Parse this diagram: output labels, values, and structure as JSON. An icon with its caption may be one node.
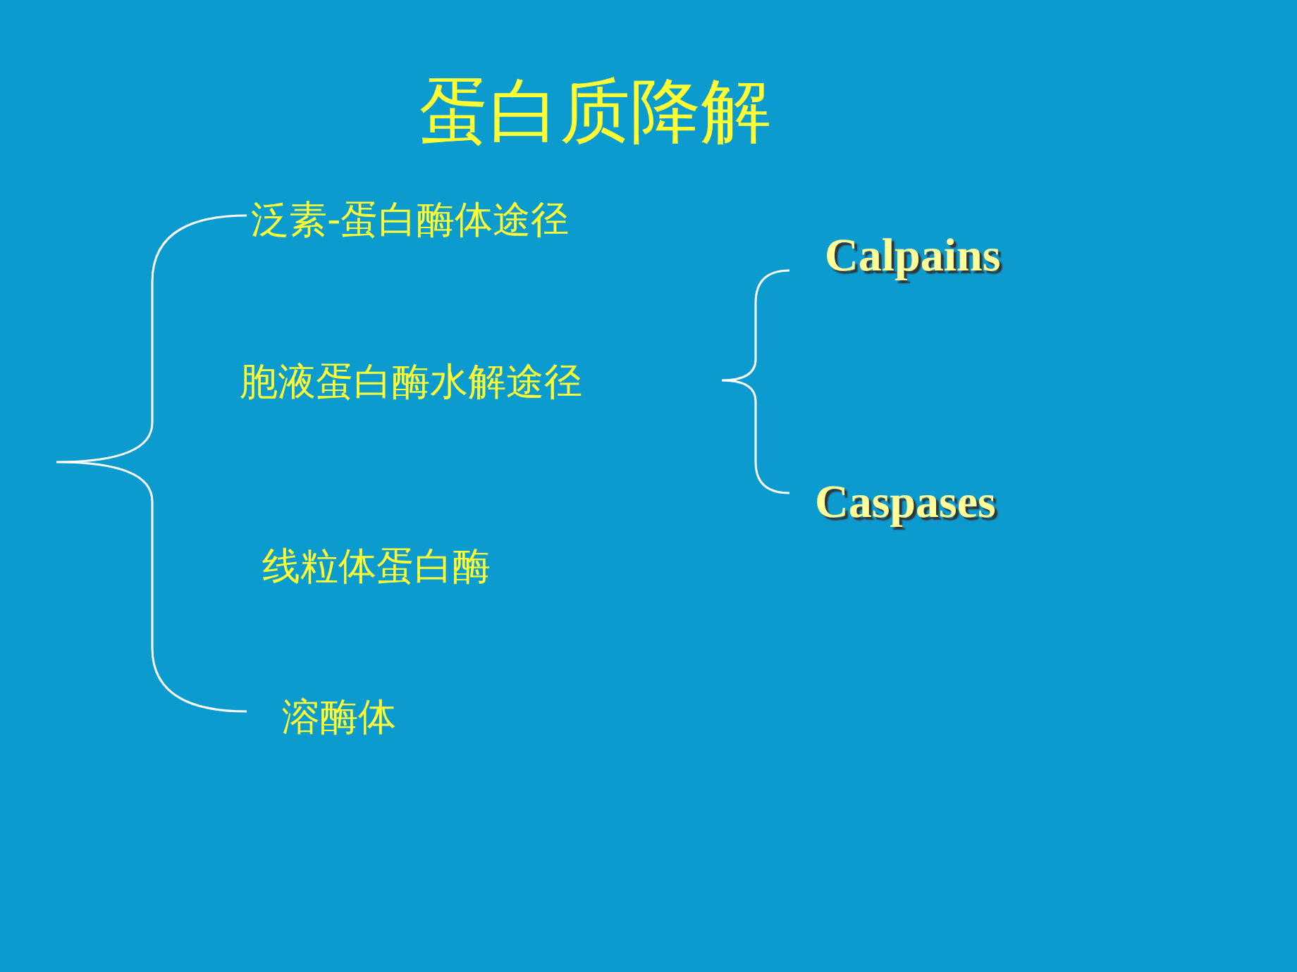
{
  "diagram": {
    "title": "蛋白质降解",
    "labels": [
      "泛素-蛋白酶体途径",
      "Calpains",
      "胞液蛋白酶水解途径",
      "Caspases",
      "线粒体蛋白酶",
      "溶酶体"
    ]
  }
}
